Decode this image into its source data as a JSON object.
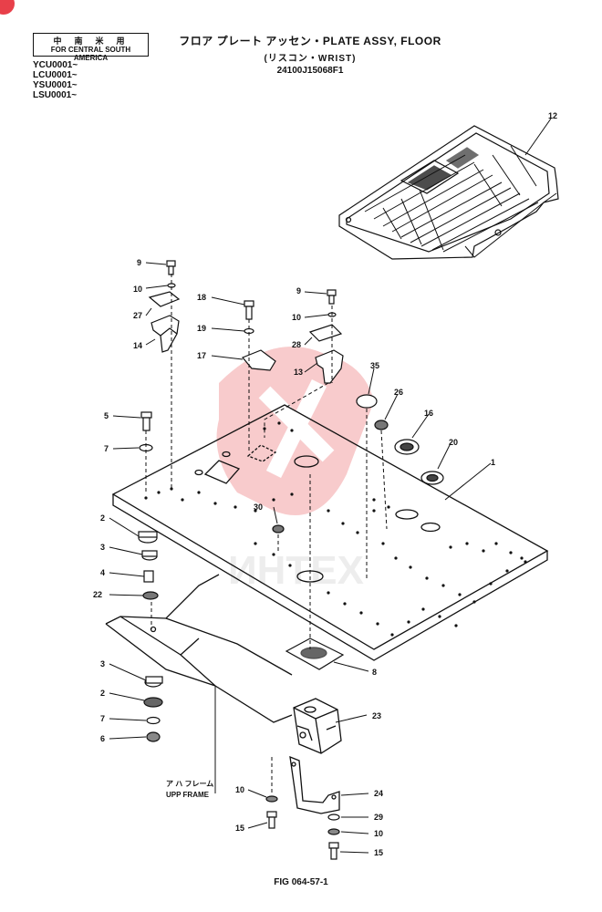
{
  "region": {
    "jp": "中南米用",
    "en": "FOR CENTRAL SOUTH AMERICA"
  },
  "serials": [
    "YCU0001~",
    "LCU0001~",
    "YSU0001~",
    "LSU0001~"
  ],
  "title": {
    "line1": "フロア プレート アッセン・PLATE ASSY, FLOOR",
    "line2": "(リスコン・WRIST)",
    "line3": "24100J15068F1"
  },
  "frame_label": {
    "jp": "ア ハ フレーム",
    "en": "UPP FRAME"
  },
  "figure_number": "FIG 064-57-1",
  "watermark": "ИНТЕХ",
  "callouts": {
    "c1": "1",
    "c2a": "2",
    "c2b": "2",
    "c3a": "3",
    "c3b": "3",
    "c4": "4",
    "c5": "5",
    "c6": "6",
    "c7a": "7",
    "c7b": "7",
    "c8": "8",
    "c9a": "9",
    "c9b": "9",
    "c10a": "10",
    "c10b": "10",
    "c10c": "10",
    "c10d": "10",
    "c12": "12",
    "c13": "13",
    "c14": "14",
    "c15a": "15",
    "c15b": "15",
    "c16": "16",
    "c17": "17",
    "c18": "18",
    "c19": "19",
    "c20": "20",
    "c22": "22",
    "c23": "23",
    "c24": "24",
    "c26": "26",
    "c27": "27",
    "c28": "28",
    "c29": "29",
    "c30": "30",
    "c35": "35"
  },
  "colors": {
    "ink": "#111111",
    "watermark": "#f3a2a4",
    "badge": "#e8404a"
  }
}
